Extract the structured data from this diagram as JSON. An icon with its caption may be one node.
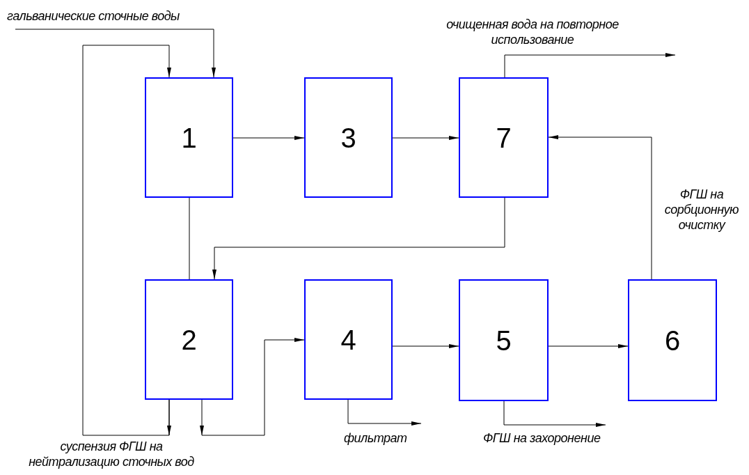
{
  "diagram": {
    "nodes": [
      {
        "text": [
          "1"
        ]
      },
      {
        "text": [
          "3"
        ]
      },
      {
        "text": [
          "7"
        ]
      },
      {
        "text": [
          "2"
        ]
      },
      {
        "text": [
          "4"
        ]
      },
      {
        "text": [
          "5"
        ]
      },
      {
        "text": [
          "6"
        ]
      }
    ],
    "edges": [
      {
        "from": null,
        "to": 0,
        "arrow": "to",
        "label": "гальванические сточные воды"
      },
      {
        "from": 3,
        "to": 0,
        "arrow": "to"
      },
      {
        "from": 3,
        "to": null,
        "arrow": "to",
        "label": "суспензия ФГШ на нейтрализацию сточных вод"
      },
      {
        "from": 0,
        "to": 3,
        "arrow": "none"
      },
      {
        "from": 0,
        "to": 1,
        "arrow": "to"
      },
      {
        "from": 1,
        "to": 2,
        "arrow": "to"
      },
      {
        "from": 2,
        "to": null,
        "arrow": "to",
        "label": "очищенная вода на повторное использование"
      },
      {
        "from": 2,
        "to": 3,
        "arrow": "to"
      },
      {
        "from": 3,
        "to": 4,
        "arrow": "to"
      },
      {
        "from": 4,
        "to": 5,
        "arrow": "to"
      },
      {
        "from": 5,
        "to": 6,
        "arrow": "to"
      },
      {
        "from": 4,
        "to": null,
        "arrow": "to",
        "label": "фильтрат"
      },
      {
        "from": 5,
        "to": null,
        "arrow": "to",
        "label": "ФГШ на захоронение"
      },
      {
        "from": 6,
        "to": 2,
        "arrow": "to",
        "label": "ФГШ на сорбционную очистку"
      }
    ]
  }
}
